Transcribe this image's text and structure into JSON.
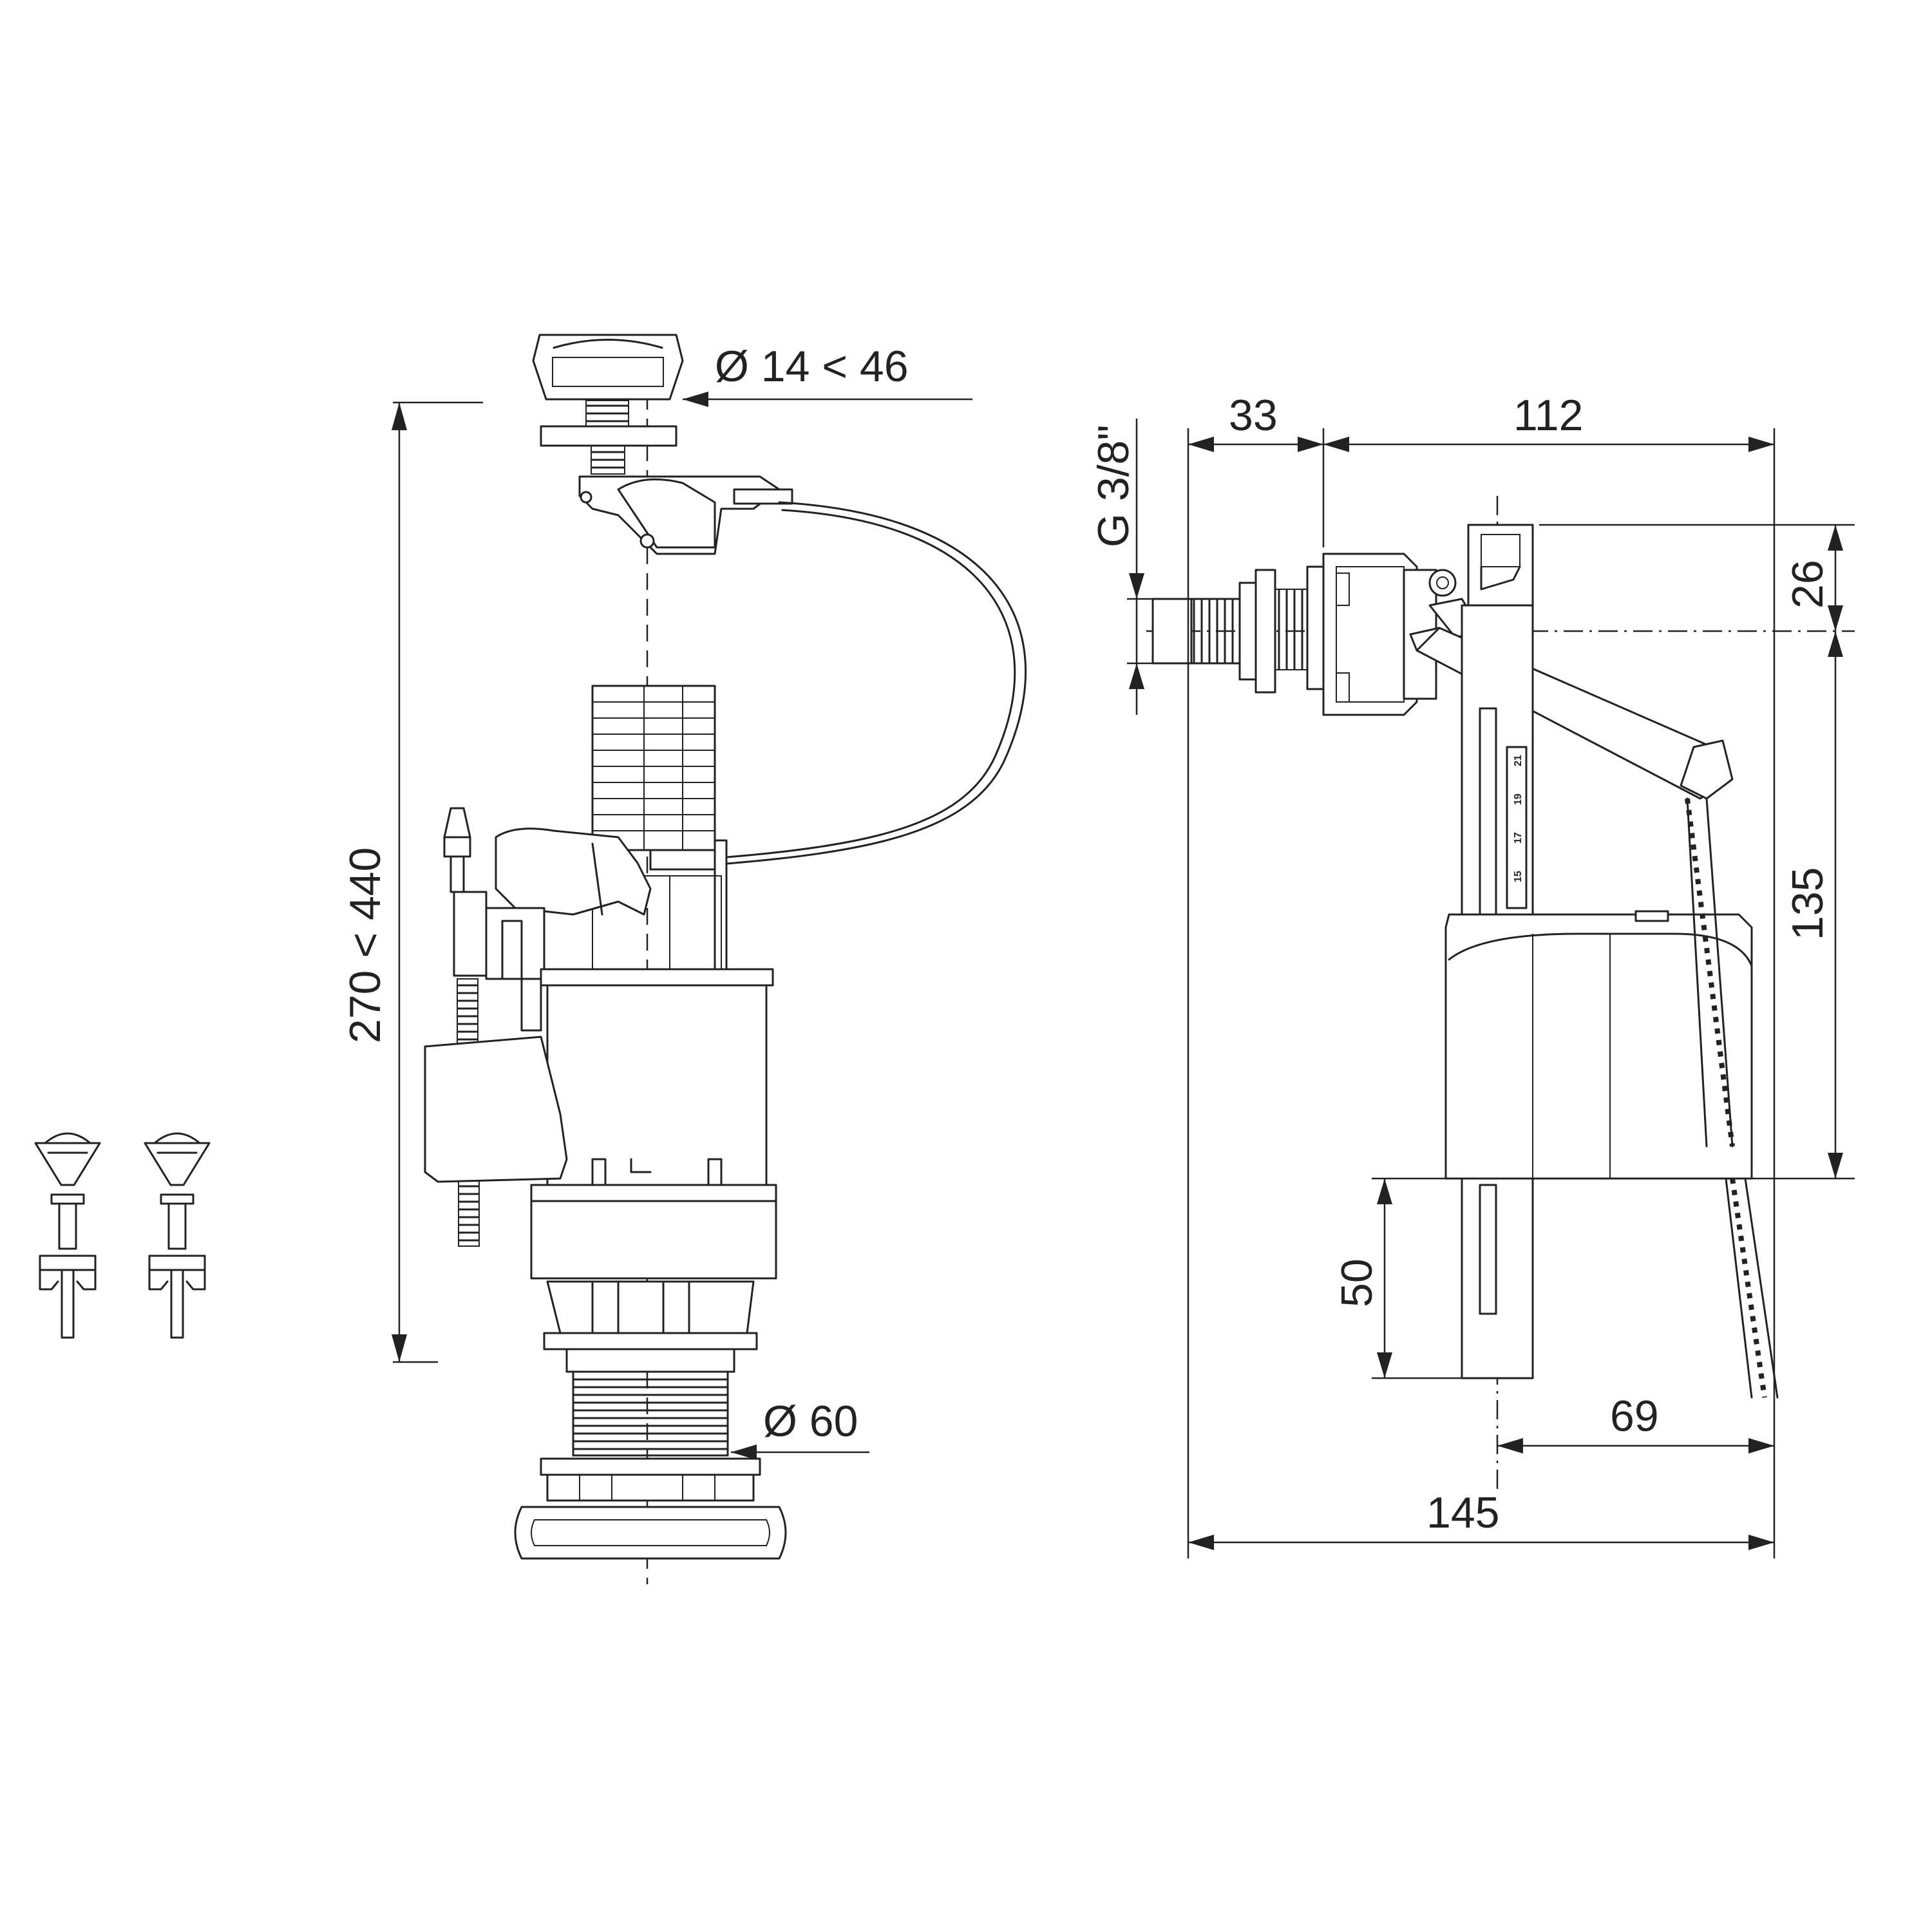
{
  "dimensions": {
    "button_diameter": "Ø 14 < 46",
    "height_range": "270 < 440",
    "outlet_diameter": "Ø 60",
    "thread": "G 3/8\"",
    "offset_33": "33",
    "width_112": "112",
    "top_26": "26",
    "height_135": "135",
    "bottom_50": "50",
    "offset_69": "69",
    "total_145": "145"
  },
  "float_scale": [
    "21",
    "19",
    "17",
    "15"
  ]
}
